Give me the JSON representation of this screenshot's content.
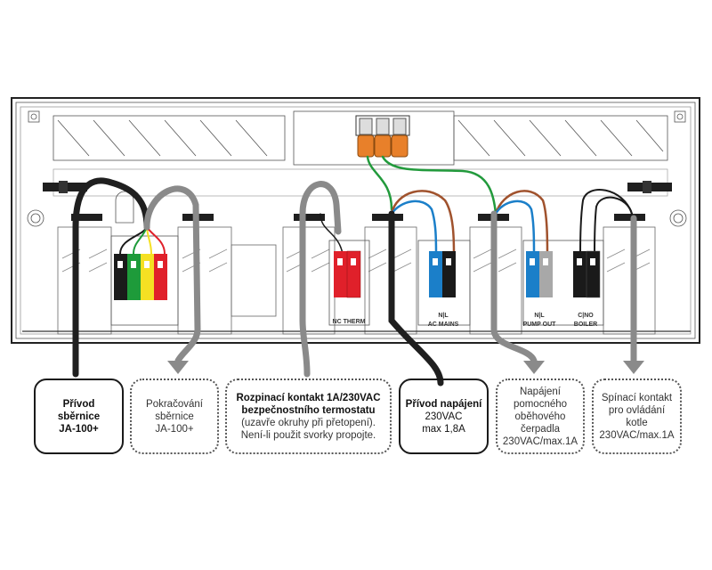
{
  "connectors": {
    "nc_therm": "NC THERM",
    "ac_mains_pins": "N|L",
    "ac_mains": "AC MAINS",
    "pump_out_pins": "N|L",
    "pump_out": "PUMP OUT",
    "boiler_pins": "C|NO",
    "boiler": "BOILER"
  },
  "wire_colors": {
    "bus": [
      "#1a1a1a",
      "#1e9b3a",
      "#f5e023",
      "#e0202a"
    ],
    "therm": "#e0202a",
    "neutral": "#1b7fc9",
    "live_black": "#1a1a1a",
    "live_grey": "#a8a8a8",
    "brown": "#a0522d",
    "green": "#229a3c",
    "wago": "#e8802a",
    "boiler": "#1a1a1a"
  },
  "callouts": [
    {
      "style": "solid",
      "lines": [
        "Přívod",
        "sběrnice",
        "JA-100+"
      ],
      "bold_lines": 3
    },
    {
      "style": "dashed",
      "lines": [
        "Pokračování",
        "sběrnice",
        "JA-100+"
      ],
      "bold_lines": 0
    },
    {
      "style": "dashed",
      "lines": [
        "Rozpinací kontakt 1A/230VAC",
        "bezpečnostního termostatu",
        "(uzavře okruhy při přetopení).",
        "Není-li použit svorky propojte."
      ],
      "bold_lines": 2
    },
    {
      "style": "solid",
      "lines": [
        "Přívod napájení",
        "230VAC",
        "max 1,8A"
      ],
      "bold_lines": 1
    },
    {
      "style": "dashed",
      "lines": [
        "Napájení",
        "pomocného",
        "oběhového",
        "čerpadla",
        "230VAC/max.1A"
      ],
      "bold_lines": 0
    },
    {
      "style": "dashed",
      "lines": [
        "Spínací kontakt",
        "pro ovládání",
        "kotle",
        "230VAC/max.1A"
      ],
      "bold_lines": 0
    }
  ]
}
